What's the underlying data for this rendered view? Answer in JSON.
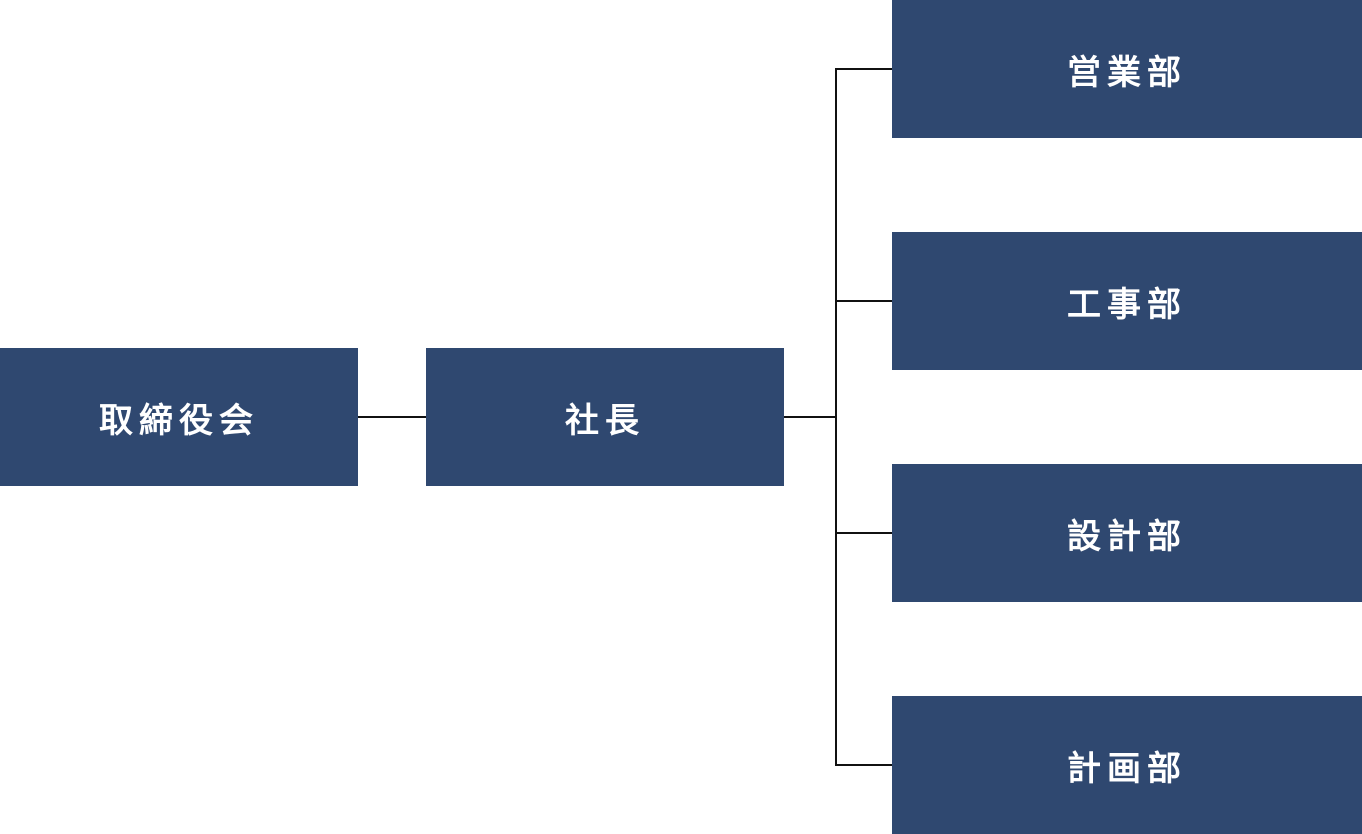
{
  "org_chart": {
    "board": {
      "label": "取締役会"
    },
    "president": {
      "label": "社長"
    },
    "departments": [
      {
        "label": "営業部"
      },
      {
        "label": "工事部"
      },
      {
        "label": "設計部"
      },
      {
        "label": "計画部"
      }
    ]
  },
  "colors": {
    "box_fill": "#2f4870",
    "box_text": "#ffffff",
    "connector": "#111111",
    "background": "#ffffff"
  }
}
